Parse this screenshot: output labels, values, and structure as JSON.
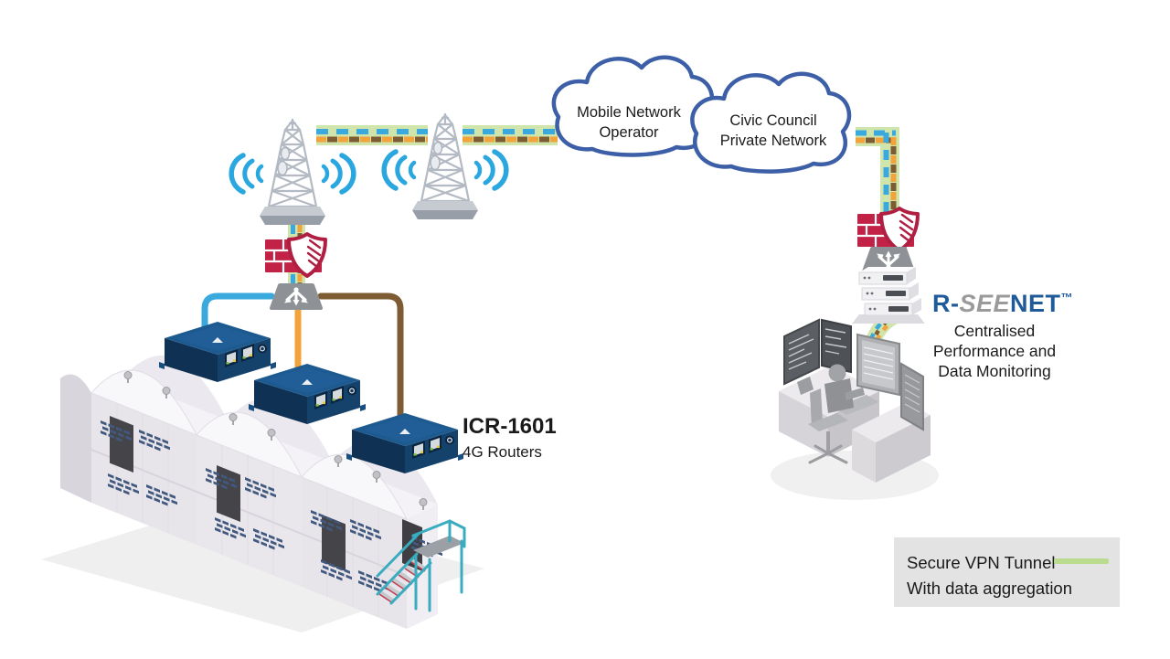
{
  "clouds": [
    {
      "lines": [
        "Mobile Network",
        "Operator"
      ]
    },
    {
      "lines": [
        "Civic Council",
        "Private Network"
      ]
    }
  ],
  "device": {
    "title": "ICR-1601",
    "subtitle": "4G Routers"
  },
  "monitoring": {
    "brand": {
      "prefix": "R-",
      "middle": "SEE",
      "suffix": "NET",
      "tm": "™"
    },
    "caption_lines": [
      "Centralised",
      "Performance and",
      "Data Monitoring"
    ]
  },
  "legend": {
    "title": "Secure VPN Tunnel",
    "subtitle": "With data aggregation",
    "swatch_color": "#b9dc8e"
  },
  "colors": {
    "tunnel_band": "#cfe5ab",
    "tunnel_blue": "#3aa9dd",
    "tunnel_orange": "#f2a33c",
    "tunnel_brown": "#7d5c33",
    "cloud_outline": "#3c5fa7",
    "firewall_red": "#c22246",
    "brand_blue": "#1f5a99",
    "brand_gray": "#9a9a9a",
    "wifi_blue": "#2ba7e0",
    "router_navy": "#1d5a90",
    "stairs_teal": "#39acbf"
  },
  "icons": {
    "cell_tower": "lattice-tower",
    "wifi_signal": "signal-arcs",
    "firewall": "brick-wall-with-shield",
    "lan_switch": "branch-arrows-trapezoid",
    "server_stack": "stacked-servers",
    "vpn_tunnel": "green-dashed-band",
    "workstation": "person-at-monitoring-desk",
    "warehouse": "industrial-buildings"
  }
}
